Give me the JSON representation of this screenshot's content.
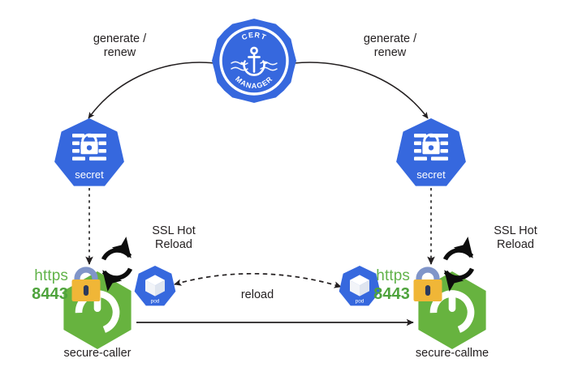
{
  "diagram": {
    "title": "cert-manager SSL hot reload flow",
    "background": "#ffffff",
    "colors": {
      "blue": "#3668de",
      "k8s_blue": "#3a6fd8",
      "green": "#67b33f",
      "green_text": "#62b34b",
      "green_port_text": "#4ea33c",
      "lock_body": "#f0b637",
      "lock_shackle": "#8095c9",
      "lock_keyhole": "#2b3a5c",
      "stroke": "#231f20",
      "text": "#231f20"
    }
  },
  "certmanager": {
    "name": "cert-manager",
    "seal_top_text": "CERT",
    "seal_bottom_text": "MANAGER",
    "icon": "anchor-icon"
  },
  "edges": {
    "generate_renew_left": "generate /\nrenew",
    "generate_renew_right": "generate /\nrenew",
    "reload": "reload",
    "ssl_hot_reload_left": "SSL Hot\nReload",
    "ssl_hot_reload_right": "SSL Hot\nReload"
  },
  "secrets": [
    {
      "label": "secret",
      "side": "left",
      "icon": "k8s-secret-icon"
    },
    {
      "label": "secret",
      "side": "right",
      "icon": "k8s-secret-icon"
    }
  ],
  "pods": [
    {
      "label": "pod",
      "side": "left",
      "icon": "k8s-pod-icon"
    },
    {
      "label": "pod",
      "side": "right",
      "icon": "k8s-pod-icon"
    }
  ],
  "services": [
    {
      "name": "secure-caller",
      "protocol": "https",
      "port": "8443",
      "icon": "spring-boot-icon",
      "lock_icon": "padlock-icon",
      "refresh_icon": "refresh-circular-icon"
    },
    {
      "name": "secure-callme",
      "protocol": "https",
      "port": "8443",
      "icon": "spring-boot-icon",
      "lock_icon": "padlock-icon",
      "refresh_icon": "refresh-circular-icon"
    }
  ]
}
